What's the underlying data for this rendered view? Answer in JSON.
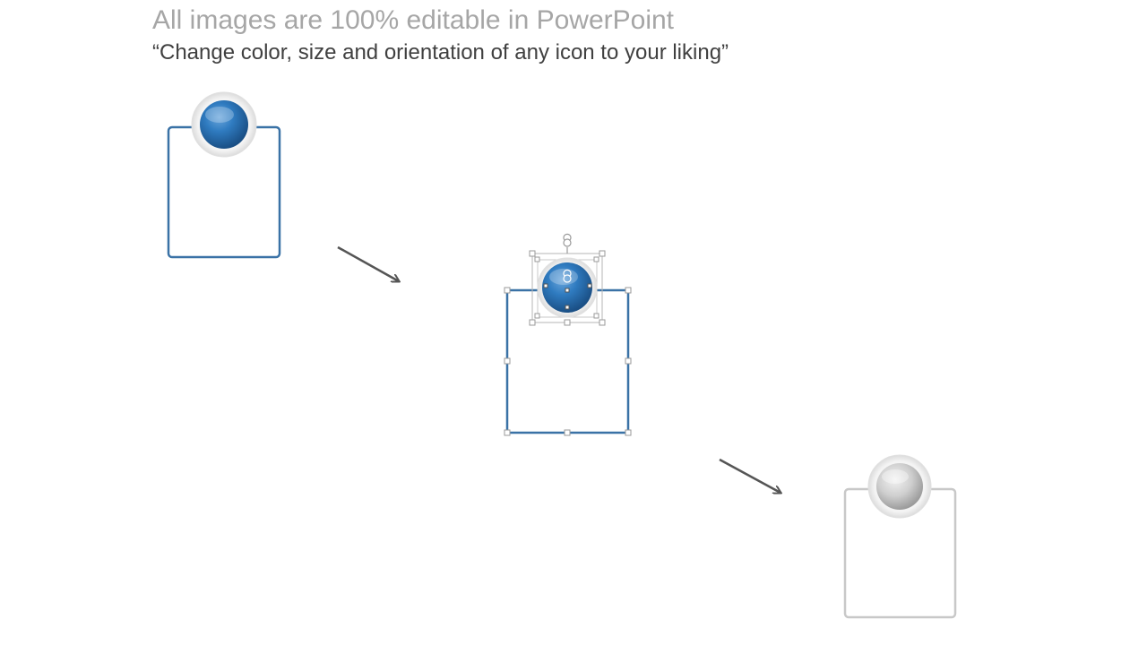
{
  "header": {
    "title": "All images are 100% editable in PowerPoint",
    "subtitle": "“Change color, size and orientation of any icon to your liking”"
  },
  "colors": {
    "accent_blue": "#2f6fa8",
    "box_blue": "#3a72a6",
    "box_gray": "#c8c8c8",
    "arrow": "#555555",
    "handle": "#9a9a9a"
  },
  "cards": [
    {
      "id": "card-blue",
      "style": "blue",
      "selected": false
    },
    {
      "id": "card-blue-selected",
      "style": "blue",
      "selected": true
    },
    {
      "id": "card-gray",
      "style": "gray",
      "selected": false
    }
  ]
}
